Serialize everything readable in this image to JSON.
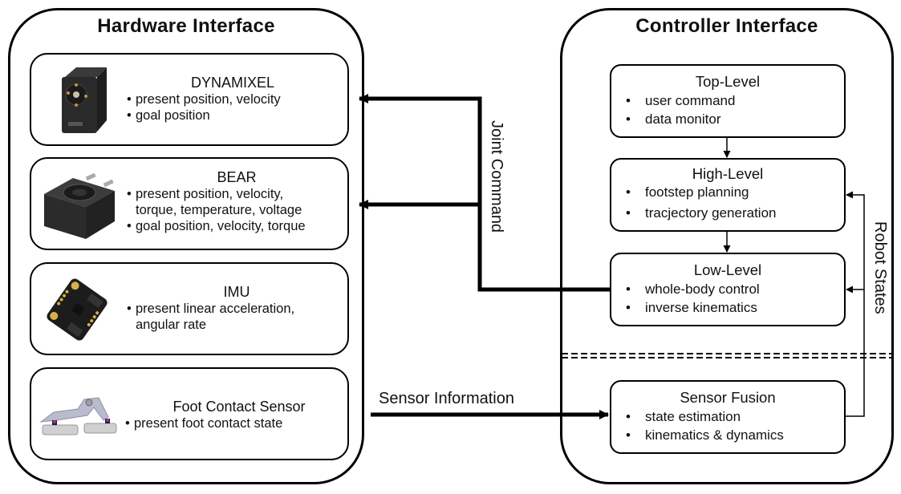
{
  "hardware_interface": {
    "title": "Hardware Interface",
    "devices": [
      {
        "name": "DYNAMIXEL",
        "icon": "servo-motor-icon",
        "lines": [
          {
            "bullet": true,
            "text": "present position, velocity"
          },
          {
            "bullet": true,
            "text": "goal position"
          }
        ]
      },
      {
        "name": "BEAR",
        "icon": "actuator-icon",
        "lines": [
          {
            "bullet": true,
            "text": "present position, velocity,"
          },
          {
            "bullet": false,
            "text": "torque, temperature, voltage"
          },
          {
            "bullet": true,
            "text": "goal position, velocity, torque"
          }
        ]
      },
      {
        "name": "IMU",
        "icon": "imu-board-icon",
        "lines": [
          {
            "bullet": true,
            "text": "present linear acceleration,"
          },
          {
            "bullet": false,
            "text": "angular rate"
          }
        ]
      },
      {
        "name": "Foot Contact Sensor",
        "icon": "foot-sensor-icon",
        "lines": [
          {
            "bullet": true,
            "text": "present foot contact state"
          }
        ]
      }
    ]
  },
  "controller_interface": {
    "title": "Controller Interface",
    "modules": [
      {
        "name": "Top-Level",
        "items": [
          "user command",
          "data monitor"
        ]
      },
      {
        "name": "High-Level",
        "items": [
          "footstep planning",
          "tracjectory generation"
        ]
      },
      {
        "name": "Low-Level",
        "items": [
          "whole-body control",
          "inverse kinematics"
        ]
      },
      {
        "name": "Sensor Fusion",
        "items": [
          "state estimation",
          "kinematics & dynamics"
        ]
      }
    ]
  },
  "connections": {
    "joint_command": "Joint Command",
    "sensor_information": "Sensor Information",
    "robot_states": "Robot States"
  }
}
